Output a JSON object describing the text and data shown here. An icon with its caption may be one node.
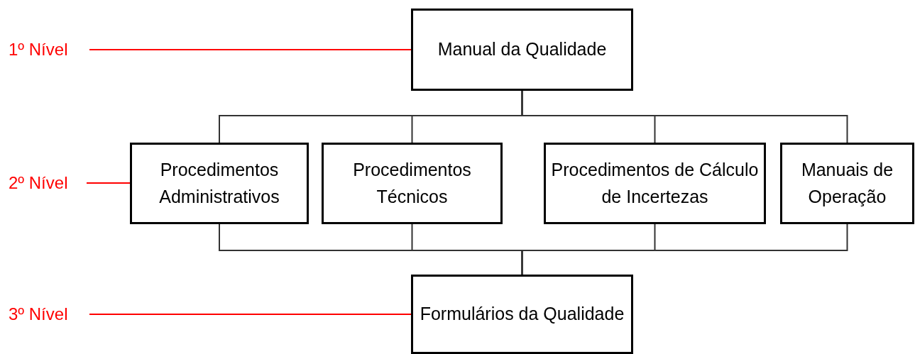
{
  "diagram": {
    "nodes": [
      {
        "text": [
          "Manual da Qualidade"
        ]
      },
      {
        "text": [
          "Procedimentos Administrativos"
        ]
      },
      {
        "text": [
          "Procedimentos Técnicos"
        ]
      },
      {
        "text": [
          "Procedimentos de Cálculo de Incertezas"
        ]
      },
      {
        "text": [
          "Manuais de Operação"
        ]
      },
      {
        "text": [
          "Formulários da Qualidade"
        ]
      },
      {
        "text": [
          "1º Nível"
        ]
      },
      {
        "text": [
          "2º Nível"
        ]
      },
      {
        "text": [
          "3º Nível"
        ]
      }
    ],
    "edges": [
      {
        "from": 0,
        "to": 1,
        "arrow": "none"
      },
      {
        "from": 0,
        "to": 2,
        "arrow": "none"
      },
      {
        "from": 0,
        "to": 3,
        "arrow": "none"
      },
      {
        "from": 0,
        "to": 4,
        "arrow": "none"
      },
      {
        "from": 1,
        "to": 5,
        "arrow": "none"
      },
      {
        "from": 2,
        "to": 5,
        "arrow": "none"
      },
      {
        "from": 3,
        "to": 5,
        "arrow": "none"
      },
      {
        "from": 4,
        "to": 5,
        "arrow": "none"
      },
      {
        "from": 6,
        "to": 0,
        "arrow": "none",
        "color": "#ff0000"
      },
      {
        "from": 7,
        "to": 1,
        "arrow": "none",
        "color": "#ff0000"
      },
      {
        "from": 8,
        "to": 5,
        "arrow": "none",
        "color": "#ff0000"
      }
    ]
  }
}
